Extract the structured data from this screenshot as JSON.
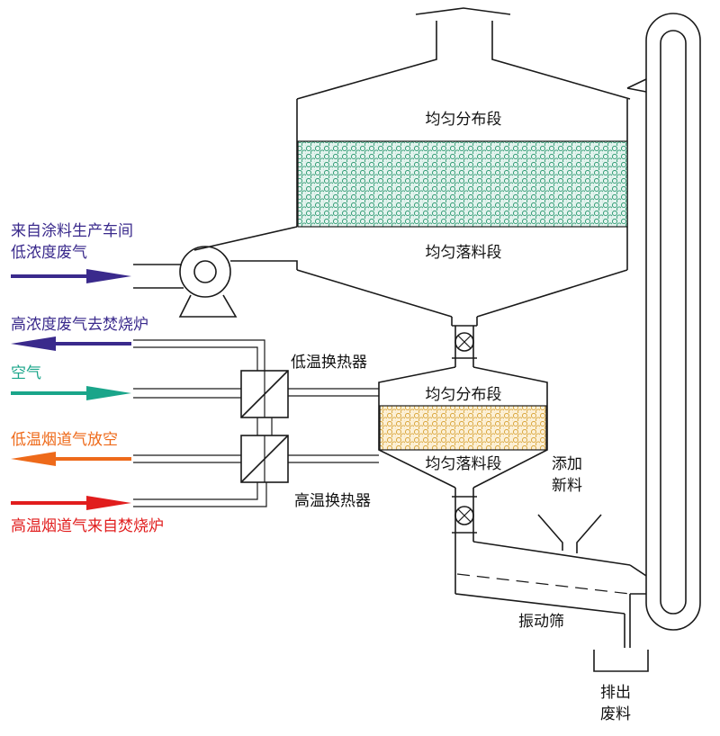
{
  "labels": {
    "upper_distribution": "均匀分布段",
    "upper_falling": "均匀落料段",
    "lower_distribution": "均匀分布段",
    "lower_falling": "均匀落料段",
    "low_temp_exchanger": "低温换热器",
    "high_temp_exchanger": "高温换热器",
    "add_new_material_line1": "添加",
    "add_new_material_line2": "新料",
    "vibrating_screen": "振动筛",
    "discharge_line1": "排出",
    "discharge_line2": "废料"
  },
  "streams": [
    {
      "line1": "来自涂料生产车间",
      "line2": "低浓度废气",
      "color": "#3a2a8c",
      "direction": "in"
    },
    {
      "line1": "高浓度废气去焚烧炉",
      "color": "#3a2a8c",
      "direction": "out"
    },
    {
      "line1": "空气",
      "color": "#1aa58a",
      "direction": "in"
    },
    {
      "line1": "低温烟道气放空",
      "color": "#ee6a1a",
      "direction": "out"
    },
    {
      "line1": "高温烟道气来自焚烧炉",
      "color": "#e11d1d",
      "direction": "in"
    }
  ],
  "colors": {
    "upper_bed_fill": "#e3f3ee",
    "upper_bed_dots": "#2e9a72",
    "lower_bed_fill": "#fcf0d6",
    "lower_bed_dots": "#d9a53a",
    "line": "#1a1a1a"
  },
  "icons": {
    "valve": "rotary-valve-icon",
    "fan": "blower-fan-icon",
    "heat_exchanger": "heat-exchanger-icon"
  }
}
